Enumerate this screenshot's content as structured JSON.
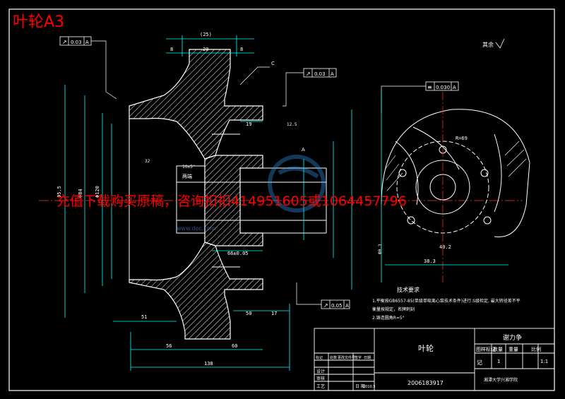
{
  "title_overlay": "叶轮A3",
  "watermark": "充值下载购买原稿，咨询扣扣414951605或1064457796",
  "watermark_url": "www.doc.com",
  "colors": {
    "background": "#000000",
    "lines": "#ffffff",
    "dimensions": "#00ffff",
    "hatch": "#ffffff",
    "overlay_title": "#ff0000",
    "watermark": "#ff0000",
    "centerline": "#ff3333"
  },
  "dimensions": {
    "top_25": "(25)",
    "top_8a": "8",
    "top_20": "20",
    "top_8b": "8",
    "d_19": "19",
    "d_66": "66±0.05",
    "d_50": "50",
    "d_17": "17",
    "d_51": "51",
    "d_56": "56",
    "d_60": "60",
    "d_138": "138",
    "hub_note": "两端",
    "angle_note": "10x5°",
    "label_c": "C",
    "label_a": "A",
    "rough_32": "32",
    "rough_12": "12.5",
    "r_value": "R=69",
    "r_value2": "38.3",
    "angle_1": "40.2",
    "dim_left_1": "Φ5.5",
    "dim_left_2": "Φ84",
    "dim_left_3": "Φ120",
    "dim_small": "Ф0.3"
  },
  "tolerances": {
    "tol_top_left": "0.03",
    "tol_top_left_ref": "A",
    "tol_mid": "0.03",
    "tol_mid_ref": "A",
    "tol_right": "0.030",
    "tol_right_ref": "A",
    "tol_bottom": "0.05",
    "tol_bottom_ref": "A"
  },
  "other_note": "其余",
  "technical_requirements": {
    "heading": "技术要求",
    "items": [
      "1.平衡按GB6557-85(单级单吸离心泵技术条件)进行.S级检定, 最大转径差不平",
      "衡量按规定，名牌刺刻",
      "2.铸造圆角R=5°"
    ]
  },
  "title_block": {
    "part_name": "叶轮",
    "designer": "谢力争",
    "drawing_number": "2006183917",
    "school": "湘潭大学兴湘学院",
    "scale": "1:1",
    "quantity": "1",
    "date": "2010.5",
    "headers": [
      "图样标记",
      "数量",
      "重量",
      "比例"
    ],
    "rev_headers": [
      "标记",
      "处数",
      "更改文件号",
      "签字",
      "日期"
    ],
    "sign_rows": [
      "设计",
      "审核",
      "工艺"
    ],
    "mark": "记",
    "date_label": "日 期"
  }
}
